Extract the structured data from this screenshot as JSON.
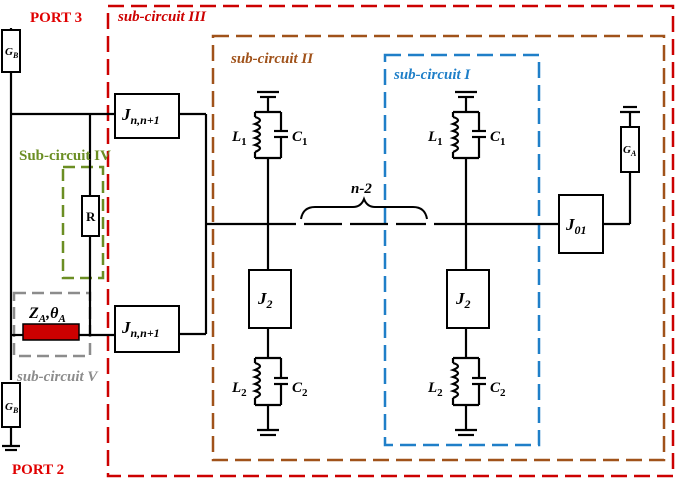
{
  "colors": {
    "sub_circuit_3": "#cc0000",
    "sub_circuit_2": "#a0521a",
    "sub_circuit_1": "#1f7fc8",
    "sub_circuit_4": "#6b8e23",
    "sub_circuit_5": "#8c8c8c",
    "port": "#e00000",
    "line_element": "#cc0000"
  },
  "ports": {
    "port3": "PORT 3",
    "port2": "PORT 2"
  },
  "sub_circuits": {
    "III": "sub-circuit  III",
    "II": "sub-circuit II",
    "I": "sub-circuit I",
    "IV": "Sub-circuit  IV",
    "V": "sub-circuit V"
  },
  "elements": {
    "gb_top": "G",
    "gb_top_sub": "B",
    "gb_bottom": "G",
    "gb_bottom_sub": "B",
    "ga": "G",
    "ga_sub": "A",
    "resistor": "R",
    "line_z": "Z",
    "line_z_sub": "A",
    "line_theta": ",θ",
    "line_theta_sub": "A",
    "jn_top": "J",
    "jn_top_sub": "n,n+1",
    "jn_bottom": "J",
    "jn_bottom_sub": "n,n+1",
    "j01": "J",
    "j01_sub": "01",
    "j2_left": "J",
    "j2_left_sub": "2",
    "j2_right": "J",
    "j2_right_sub": "2",
    "l1": "L",
    "l1_sub": "1",
    "c1": "C",
    "c1_sub": "1",
    "l1b": "L",
    "l1b_sub": "1",
    "c1b": "C",
    "c1b_sub": "1",
    "l2": "L",
    "l2_sub": "2",
    "c2": "C",
    "c2_sub": "2",
    "l2b": "L",
    "l2b_sub": "2",
    "c2b": "C",
    "c2b_sub": "2",
    "n2": "n-2"
  }
}
